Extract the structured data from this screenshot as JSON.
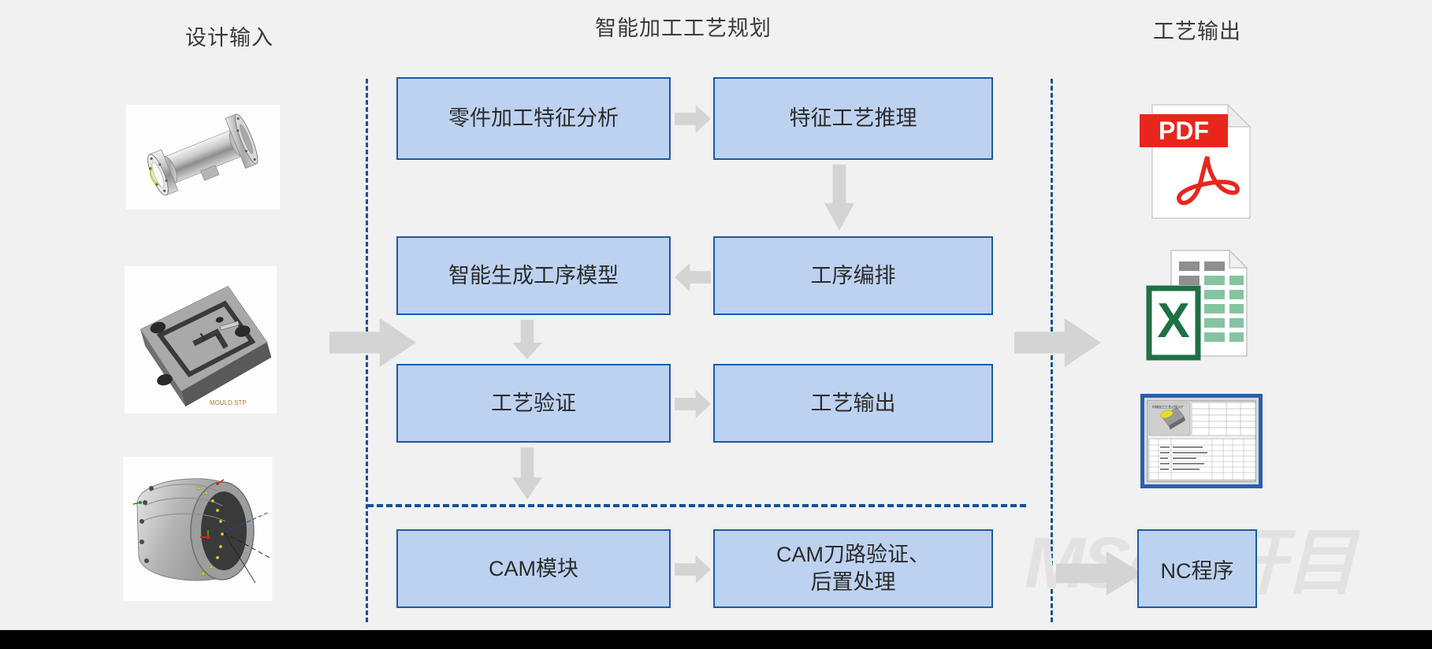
{
  "columns": {
    "design_input": "设计输入",
    "planning": "智能加工工艺规划",
    "output": "工艺输出"
  },
  "flow": {
    "boxes": [
      {
        "id": "feature-analysis",
        "label": "零件加工特征分析",
        "col": "a",
        "row": 1
      },
      {
        "id": "feature-reasoning",
        "label": "特征工艺推理",
        "col": "b",
        "row": 1
      },
      {
        "id": "process-model-gen",
        "label": "智能生成工序模型",
        "col": "a",
        "row": 2
      },
      {
        "id": "process-sequencing",
        "label": "工序编排",
        "col": "b",
        "row": 2
      },
      {
        "id": "process-validation",
        "label": "工艺验证",
        "col": "a",
        "row": 3
      },
      {
        "id": "process-output",
        "label": "工艺输出",
        "col": "b",
        "row": 3
      },
      {
        "id": "cam-module",
        "label": "CAM模块",
        "col": "a",
        "row": 4
      },
      {
        "id": "cam-toolpath",
        "label": "CAM刀路验证、\n后置处理",
        "col": "b",
        "row": 4
      }
    ],
    "nc_program": "NC程序"
  },
  "inputs": [
    {
      "id": "shaft-housing-model",
      "name": "轴套类零件三维模型"
    },
    {
      "id": "mold-base-model",
      "name": "模具底板三维模型"
    },
    {
      "id": "casing-model",
      "name": "机匣类零件三维模型"
    }
  ],
  "outputs": [
    {
      "id": "pdf-document",
      "name": "PDF",
      "label": "PDF"
    },
    {
      "id": "excel-sheet",
      "name": "Excel工艺表格",
      "label": "X"
    },
    {
      "id": "process-sheet",
      "name": "工艺卡片图纸",
      "label": ""
    }
  ],
  "watermark": "MSoft开目",
  "colors": {
    "box_fill": "#bdd2f0",
    "box_border": "#1b5aa4",
    "arrow": "#d4d4d4",
    "dashed": "#10529f",
    "background": "#f1f1f1",
    "pdf_red": "#e8261c",
    "excel_green": "#1e7145"
  }
}
